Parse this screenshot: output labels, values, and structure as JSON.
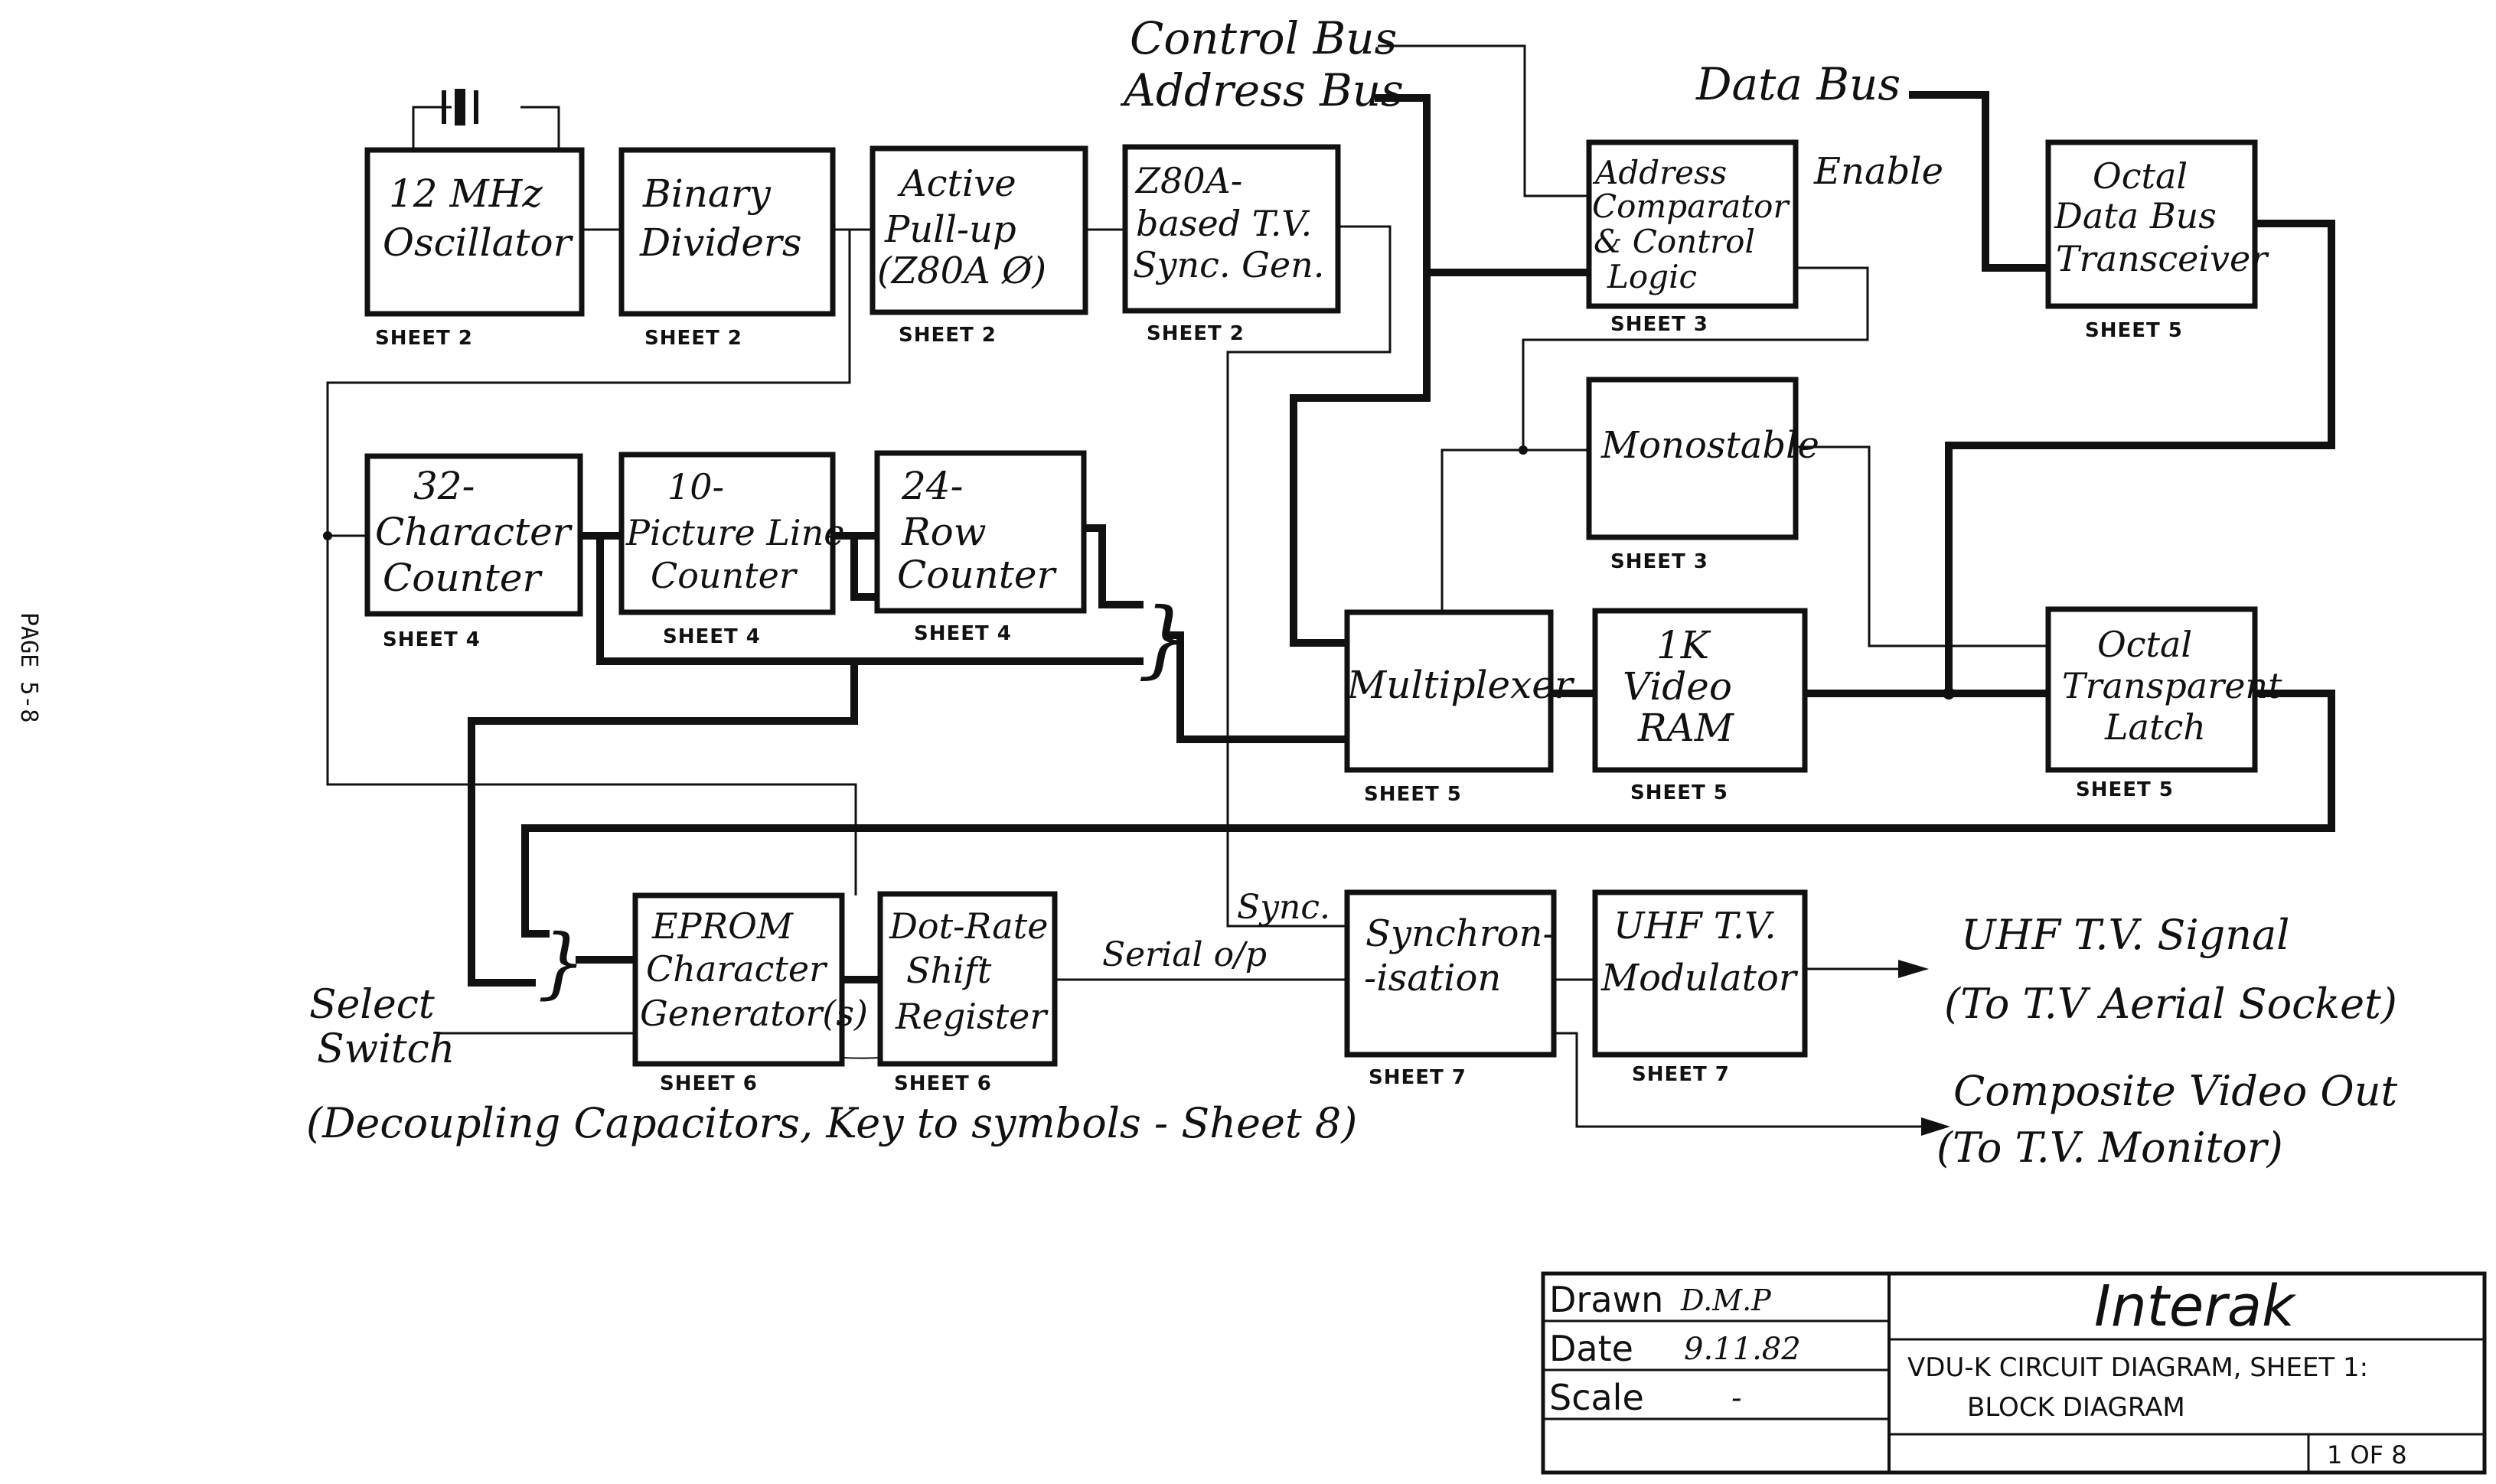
{
  "page": {
    "page_label": "PAGE 5-8"
  },
  "blocks": {
    "osc": {
      "lines": [
        "12 MHz",
        "Oscillator"
      ],
      "sheet": "SHEET 2"
    },
    "div": {
      "lines": [
        "Binary",
        "Dividers"
      ],
      "sheet": "SHEET 2"
    },
    "pullup": {
      "lines": [
        "Active",
        "Pull-up",
        "(Z80A Ø)"
      ],
      "sheet": "SHEET 2"
    },
    "sync_gen": {
      "lines": [
        "Z80A-",
        "based T.V.",
        "Sync. Gen."
      ],
      "sheet": "SHEET 2"
    },
    "addr_comp": {
      "lines": [
        "Address",
        "Comparator",
        "& Control",
        "Logic"
      ],
      "sheet": "SHEET 3"
    },
    "transceiver": {
      "lines": [
        "Octal",
        "Data Bus",
        "Transceiver"
      ],
      "sheet": "SHEET 5"
    },
    "char_counter": {
      "lines": [
        "32-",
        "Character",
        "Counter"
      ],
      "sheet": "SHEET 4"
    },
    "picline_counter": {
      "lines": [
        "10-",
        "Picture Line",
        "Counter"
      ],
      "sheet": "SHEET 4"
    },
    "row_counter": {
      "lines": [
        "24-",
        "Row",
        "Counter"
      ],
      "sheet": "SHEET 4"
    },
    "monostable": {
      "lines": [
        "Monostable"
      ],
      "sheet": "SHEET 3"
    },
    "multiplexer": {
      "lines": [
        "Multiplexer"
      ],
      "sheet": "SHEET 5"
    },
    "video_ram": {
      "lines": [
        "1K",
        "Video",
        "RAM"
      ],
      "sheet": "SHEET 5"
    },
    "latch": {
      "lines": [
        "Octal",
        "Transparent",
        "Latch"
      ],
      "sheet": "SHEET 5"
    },
    "eprom": {
      "lines": [
        "EPROM",
        "Character",
        "Generator(s)"
      ],
      "sheet": "SHEET 6"
    },
    "shift_reg": {
      "lines": [
        "Dot-Rate",
        "Shift",
        "Register"
      ],
      "sheet": "SHEET 6"
    },
    "synchronisation": {
      "lines": [
        "Synchron-",
        "-isation"
      ],
      "sheet": "SHEET 7"
    },
    "uhf_mod": {
      "lines": [
        "UHF T.V.",
        "Modulator"
      ],
      "sheet": "SHEET 7"
    }
  },
  "labels": {
    "control_bus": "Control Bus",
    "address_bus": "Address Bus",
    "data_bus": "Data Bus",
    "enable": "Enable",
    "sync": "Sync.",
    "serial_op": "Serial o/p",
    "select_switch": [
      "Select",
      "Switch"
    ],
    "uhf_signal": [
      "UHF T.V. Signal",
      "(To T.V Aerial Socket)"
    ],
    "composite_video": [
      "Composite Video Out",
      "(To T.V. Monitor)"
    ],
    "note": "(Decoupling Capacitors, Key to symbols - Sheet 8)"
  },
  "title_block": {
    "drawn_label": "Drawn",
    "drawn_value": "D.M.P",
    "date_label": "Date",
    "date_value": "9.11.82",
    "scale_label": "Scale",
    "scale_value": "-",
    "company": "Interak",
    "title_lines": [
      "VDU-K CIRCUIT DIAGRAM, SHEET 1:",
      "BLOCK DIAGRAM"
    ],
    "sheet_of": "1 OF 8"
  }
}
